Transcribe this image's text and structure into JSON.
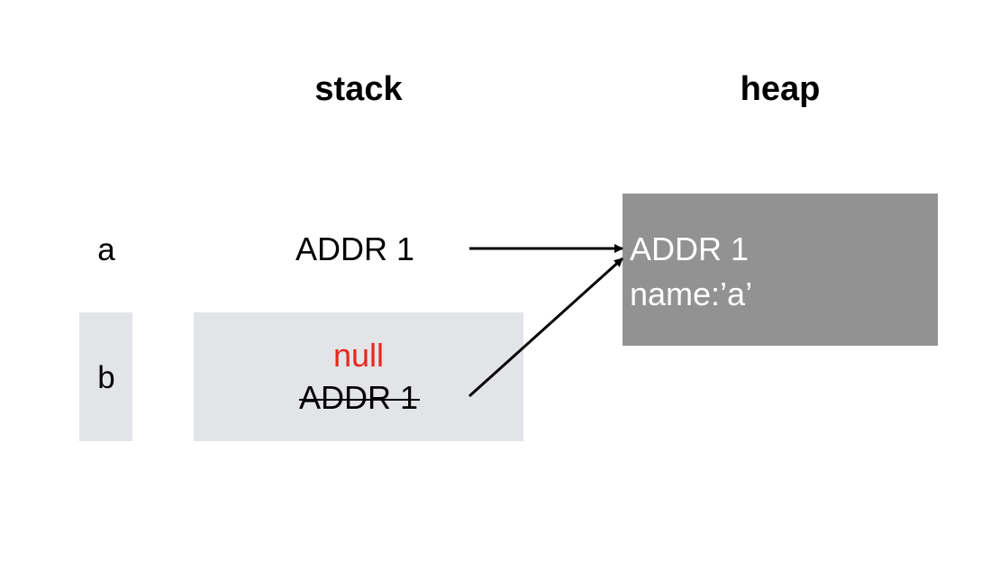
{
  "headings": {
    "stack": "stack",
    "heap": "heap"
  },
  "variables": {
    "a": {
      "name": "a",
      "value": "ADDR 1"
    },
    "b": {
      "name": "b",
      "current_value": "null",
      "previous_value": "ADDR 1"
    }
  },
  "heap_object": {
    "address": "ADDR 1",
    "field": "name:’a’"
  },
  "colors": {
    "highlight_background": "#e3e4e8",
    "heap_background": "#929292",
    "null_text": "#e8261d",
    "heap_text": "#ffffff",
    "arrow": "#000000"
  }
}
